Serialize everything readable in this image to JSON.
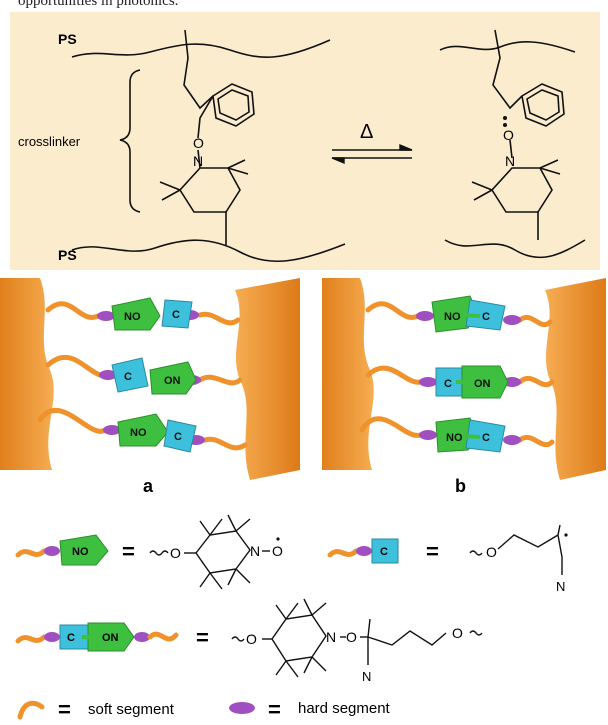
{
  "header": {
    "caption_fragment": "opportunities in photonics."
  },
  "scheme": {
    "label_ps_top": "PS",
    "label_crosslinker": "crosslinker",
    "label_ps_bottom": "PS",
    "heat_symbol": "Δ",
    "atom_o": "O",
    "atom_n": "N"
  },
  "panels": {
    "label_a": "a",
    "label_b": "b",
    "block_no": "NO",
    "block_c": "C",
    "block_on": "ON"
  },
  "legend": {
    "equals": "=",
    "nitrile_n": "N",
    "soft_segment": "soft segment",
    "hard_segment": "hard segment"
  },
  "colors": {
    "panel_bg": "#fbeccd",
    "wall_orange": "#f29a2e",
    "soft_segment_orange": "#f0922b",
    "hard_segment_purple": "#a04fc0",
    "nitroxide_green": "#3fbf3f",
    "carbon_blue": "#3cc0dc"
  }
}
